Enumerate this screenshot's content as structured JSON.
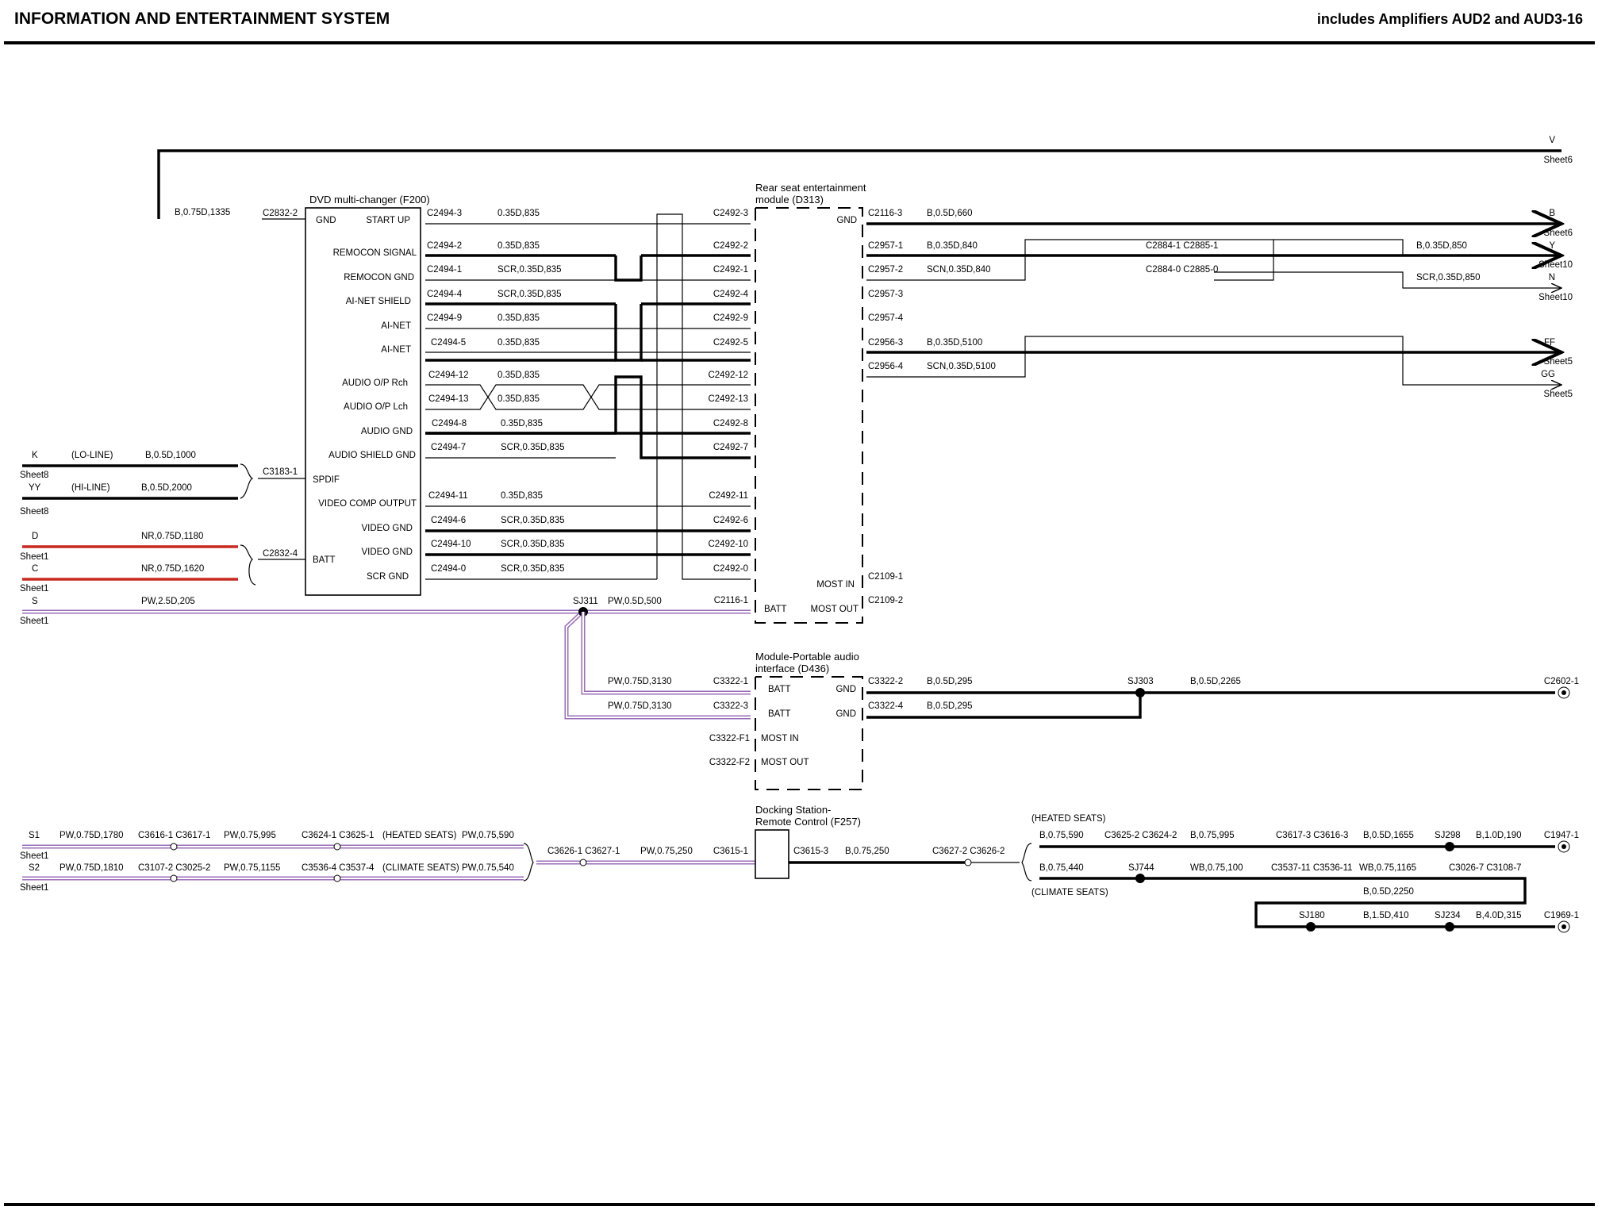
{
  "header": {
    "title": "INFORMATION AND ENTERTAINMENT SYSTEM",
    "subtitle": "includes Amplifiers AUD2 and AUD3-16"
  },
  "components": {
    "dvd": {
      "name": "DVD multi-changer (F200)",
      "pins": [
        "GND",
        "START UP",
        "REMOCON SIGNAL",
        "REMOCON GND",
        "AI-NET SHIELD",
        "AI-NET",
        "AI-NET",
        "AUDIO O/P Rch",
        "AUDIO O/P Lch",
        "AUDIO GND",
        "AUDIO SHIELD GND",
        "SPDIF",
        "VIDEO COMP OUTPUT",
        "VIDEO GND",
        "BATT",
        "VIDEO GND",
        "SCR GND"
      ]
    },
    "rse": {
      "name_line1": "Rear seat entertainment",
      "name_line2": "module (D313)",
      "pins": [
        "GND",
        "MOST IN",
        "BATT",
        "MOST OUT"
      ]
    },
    "portable": {
      "name_line1": "Module-Portable audio",
      "name_line2": "interface (D436)",
      "pins": [
        "BATT",
        "GND",
        "BATT",
        "GND",
        "MOST IN",
        "MOST OUT"
      ]
    },
    "docking": {
      "name_line1": "Docking Station-",
      "name_line2": "Remote Control (F257)"
    }
  },
  "connectors_dvd": [
    "C2832-2",
    "C2494-3",
    "C2494-2",
    "C2494-1",
    "C2494-4",
    "C2494-9",
    "C2494-5",
    "C2494-12",
    "C2494-13",
    "C2494-8",
    "C2494-7",
    "C3183-1",
    "C2494-11",
    "C2494-6",
    "C2832-4",
    "C2494-10",
    "C2494-0"
  ],
  "connectors_rse_left": [
    "C2492-3",
    "C2492-2",
    "C2492-1",
    "C2492-4",
    "C2492-9",
    "C2492-5",
    "C2492-12",
    "C2492-13",
    "C2492-8",
    "C2492-7",
    "C2492-11",
    "C2492-6",
    "C2492-10",
    "C2492-0",
    "C2116-1"
  ],
  "connectors_rse_right": [
    "C2116-3",
    "C2957-1",
    "C2957-2",
    "C2957-3",
    "C2957-4",
    "C2956-3",
    "C2956-4",
    "C2109-1",
    "C2109-2"
  ],
  "wire_labels_mid": [
    "0.35D,835",
    "0.35D,835",
    "SCR,0.35D,835",
    "SCR,0.35D,835",
    "0.35D,835",
    "0.35D,835",
    "0.35D,835",
    "0.35D,835",
    "0.35D,835",
    "SCR,0.35D,835",
    "0.35D,835",
    "SCR,0.35D,835",
    "SCR,0.35D,835",
    "SCR,0.35D,835"
  ],
  "wire_labels_right": [
    "B,0.5D,660",
    "B,0.35D,840",
    "SCN,0.35D,840",
    "B,0.35D,5100",
    "SCN,0.35D,5100"
  ],
  "right_inline": [
    "C2884-1 C2885-1",
    "C2884-0 C2885-0",
    "B,0.35D,850",
    "SCR,0.35D,850"
  ],
  "sheet_refs_right": [
    {
      "letter": "V",
      "sheet": "Sheet6"
    },
    {
      "letter": "B",
      "sheet": "Sheet6"
    },
    {
      "letter": "Y",
      "sheet": "Sheet10"
    },
    {
      "letter": "N",
      "sheet": "Sheet10"
    },
    {
      "letter": "FF",
      "sheet": "Sheet5"
    },
    {
      "letter": "GG",
      "sheet": "Sheet5"
    }
  ],
  "sheet_refs_left": [
    {
      "letter": "K",
      "sheet": "Sheet8",
      "note": "(LO-LINE)",
      "wire": "B,0.5D,1000"
    },
    {
      "letter": "YY",
      "sheet": "Sheet8",
      "note": "(HI-LINE)",
      "wire": "B,0.5D,2000"
    },
    {
      "letter": "D",
      "sheet": "Sheet1",
      "wire": "NR,0.75D,1180"
    },
    {
      "letter": "C",
      "sheet": "Sheet1",
      "wire": "NR,0.75D,1620"
    },
    {
      "letter": "S",
      "sheet": "Sheet1",
      "wire": "PW,2.5D,205"
    }
  ],
  "top_wire": "B,0.75D,1335",
  "splices": {
    "sj311": "SJ311",
    "sj311_wire": "PW,0.5D,500",
    "sj303": "SJ303",
    "sj303_wire": "B,0.5D,2265",
    "portable_wires": [
      "PW,0.75D,3130",
      "PW,0.75D,3130",
      "B,0.5D,295",
      "B,0.5D,295"
    ],
    "portable_conns": [
      "C3322-1",
      "C3322-3",
      "C3322-2",
      "C3322-4",
      "C3322-F1",
      "C3322-F2"
    ],
    "ground1": "C2602-1"
  },
  "bottom": {
    "s1": {
      "letter": "S1",
      "sheet": "Sheet1",
      "w1": "PW,0.75D,1780",
      "c1": "C3616-1 C3617-1",
      "w2": "PW,0.75,995",
      "c2": "C3624-1 C3625-1",
      "note": "(HEATED SEATS)",
      "w3": "PW,0.75,590"
    },
    "s2": {
      "letter": "S2",
      "sheet": "Sheet1",
      "w1": "PW,0.75D,1810",
      "c1": "C3107-2 C3025-2",
      "w2": "PW,0.75,1155",
      "c2": "C3536-4 C3537-4",
      "note": "(CLIMATE SEATS)",
      "w3": "PW,0.75,540"
    },
    "dock_in": {
      "c": "C3626-1 C3627-1",
      "w": "PW,0.75,250",
      "pin": "C3615-1"
    },
    "dock_out": {
      "pin": "C3615-3",
      "w": "B,0.75,250",
      "c": "C3627-2 C3626-2"
    },
    "heated": {
      "note": "(HEATED SEATS)",
      "w1": "B,0.75,590",
      "c1": "C3625-2 C3624-2",
      "w2": "B,0.75,995",
      "c2": "C3617-3 C3616-3",
      "w3": "B,0.5D,1655",
      "sj": "SJ298",
      "w4": "B,1.0D,190",
      "gnd": "C1947-1"
    },
    "climate": {
      "note": "(CLIMATE SEATS)",
      "w1": "B,0.75,440",
      "sj": "SJ744",
      "w2": "WB,0.75,100",
      "c1": "C3537-11 C3536-11",
      "w3": "WB,0.75,1165",
      "c2": "C3026-7 C3108-7",
      "w4": "B,0.5D,2250"
    },
    "ground": {
      "sj1": "SJ180",
      "w1": "B,1.5D,410",
      "sj2": "SJ234",
      "w2": "B,4.0D,315",
      "gnd": "C1969-1"
    }
  }
}
